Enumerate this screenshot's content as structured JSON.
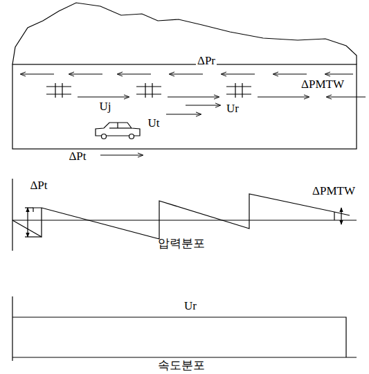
{
  "diagram": {
    "labels": [
      "ΔPr",
      "Uj",
      "Ut",
      "Ur",
      "ΔPMTW",
      "ΔPt",
      "ΔPt",
      "ΔPMTW",
      "압력분포",
      "Ur",
      "속도분포"
    ]
  }
}
